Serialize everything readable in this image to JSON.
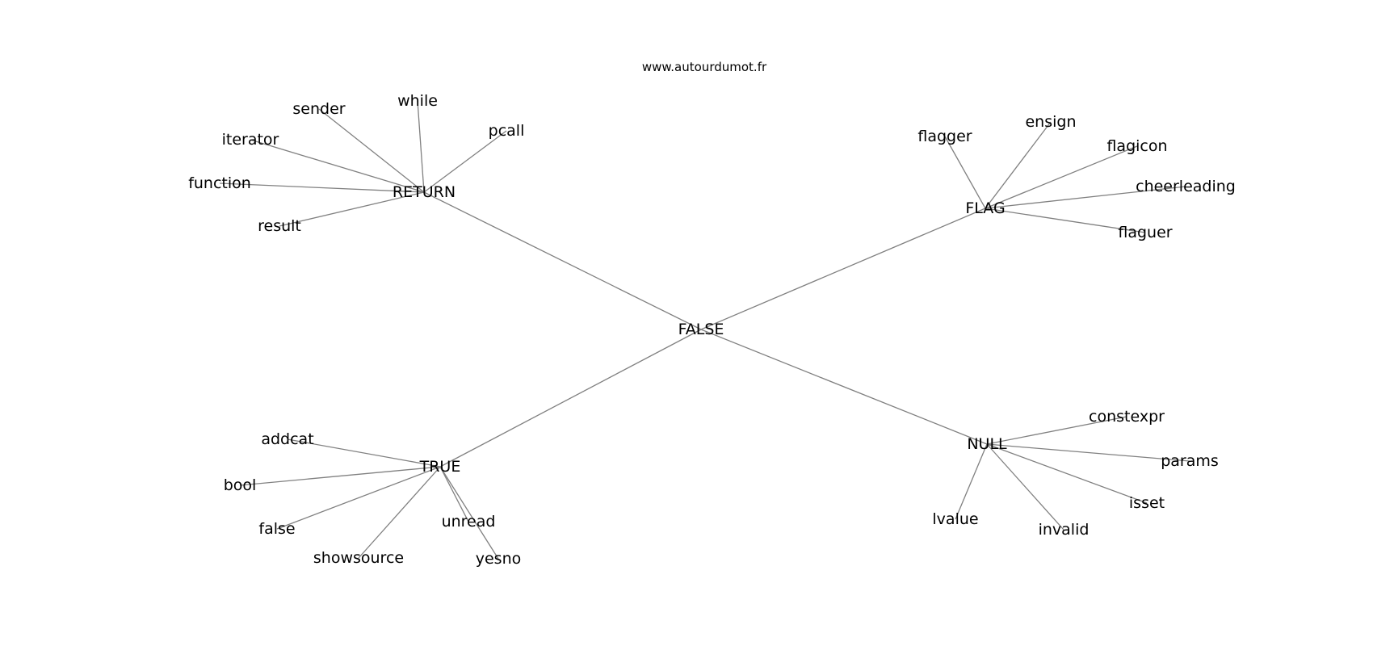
{
  "watermark": "www.autourdumot.fr",
  "colors": {
    "background": "#ffffff",
    "edge": "#808080",
    "text": "#000000"
  },
  "graph": {
    "center": "FALSE",
    "hubs": [
      {
        "label": "RETURN",
        "leaves": [
          "sender",
          "while",
          "pcall",
          "iterator",
          "function",
          "result"
        ]
      },
      {
        "label": "FLAG",
        "leaves": [
          "flagger",
          "ensign",
          "flagicon",
          "cheerleading",
          "flaguer"
        ]
      },
      {
        "label": "TRUE",
        "leaves": [
          "addcat",
          "bool",
          "false",
          "showsource",
          "unread",
          "yesno"
        ]
      },
      {
        "label": "NULL",
        "leaves": [
          "constexpr",
          "params",
          "isset",
          "invalid",
          "lvalue"
        ]
      }
    ]
  }
}
